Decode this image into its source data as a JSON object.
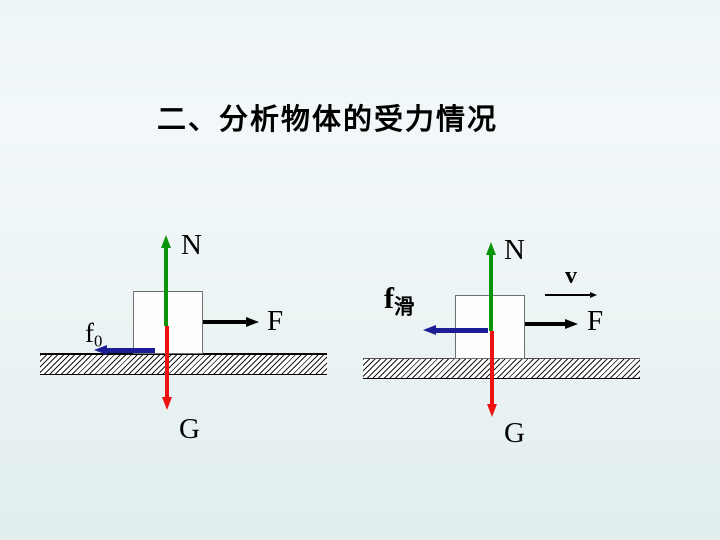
{
  "slide": {
    "title": "二、分析物体的受力情况"
  },
  "colors": {
    "normal_force": "#0a9408",
    "gravity": "#ee1111",
    "applied_force": "#000000",
    "friction": "#1c1c96",
    "background_top": "#eef5f7",
    "background_bottom": "#e2eeee"
  },
  "left_diagram": {
    "normal_label": "N",
    "applied_label": "F",
    "gravity_label": "G",
    "friction_label_main": "f",
    "friction_label_sub": "0"
  },
  "right_diagram": {
    "normal_label": "N",
    "applied_label": "F",
    "gravity_label": "G",
    "friction_label_main": "f",
    "friction_label_sub": "滑",
    "velocity_label": "v"
  }
}
